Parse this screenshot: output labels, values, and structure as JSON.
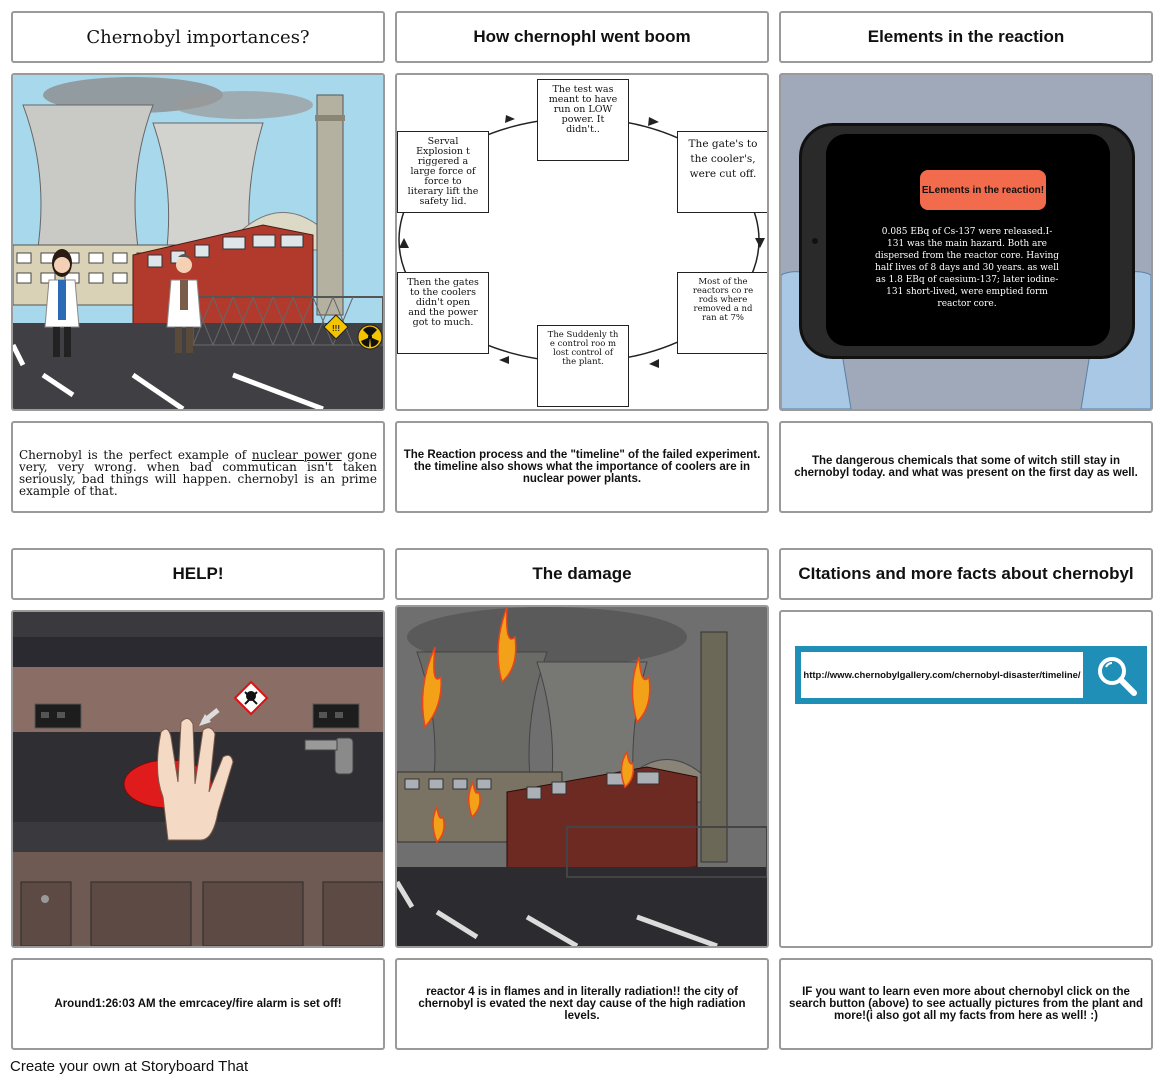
{
  "panels": [
    {
      "title": "Chernobyl importances?",
      "caption_parts": [
        "Chernobyl  is the perfect example  of ",
        "nuclear  power",
        " gone very, very wrong. when bad commutican isn't  taken seriously, bad things will happen. chernobyl  is an prime example  of that."
      ]
    },
    {
      "title": "How chernophl went boom",
      "caption": "The Reaction process and the \"timeline\" of  the failed experiment. the timeline also shows what the importance of coolers are in nuclear power plants."
    },
    {
      "title": "Elements in the reaction",
      "caption": "The dangerous chemicals that some of witch still stay in chernobyl today. and what was present on the first day as well."
    },
    {
      "title": "HELP!",
      "caption": "Around1:26:03 AM the emrcacey/fire alarm is set off!"
    },
    {
      "title": "The damage",
      "caption": "reactor 4 is in flames and in literally radiation!! the city of chernobyl is evated the next day cause of the high radiation levels."
    },
    {
      "title": "CItations and more facts about chernobyl",
      "caption": "IF you want to learn even more about chernobyl click on the search button (above) to see actually pictures from the plant and more!(i also got all my facts from here as well! :)"
    }
  ],
  "cycle": {
    "top": "The test was meant to have run on LOW power. It didn't..",
    "top_right": "The gate's to the cooler's, were cut off.",
    "bottom_right": "Most of the reactors co re rods where removed a nd ran at 7%",
    "bottom": "The Suddenly th e control roo m lost control of the plant.",
    "bottom_left": "Then the gates to the coolers didn't open and the power got to much.",
    "top_left": "Serval Explosion t riggered a large force of force to literary lift the safety lid."
  },
  "tablet": {
    "button_label": "ELements in the reaction!",
    "text": "0.085 EBq of Cs-137 were released.I-131 was the main hazard. Both are dispersed from the reactor core. Having  half lives of 8 days and 30 years. as well as 1.8 EBq of caesium-137; later iodine-131 short-lived, were emptied form reactor core."
  },
  "hazard_mark": "!!!",
  "search": {
    "url": "http://www.chernobylgallery.com/chernobyl-disaster/timeline/",
    "icon": "magnifier-icon"
  },
  "footer": "Create your own at Storyboard That",
  "colors": {
    "panel_border": "#9a9a9a",
    "tablet_button": "#f26b4d",
    "search_blue": "#1f8fb7",
    "fire": "#f4a11a",
    "alarm_red": "#e01b1b"
  }
}
